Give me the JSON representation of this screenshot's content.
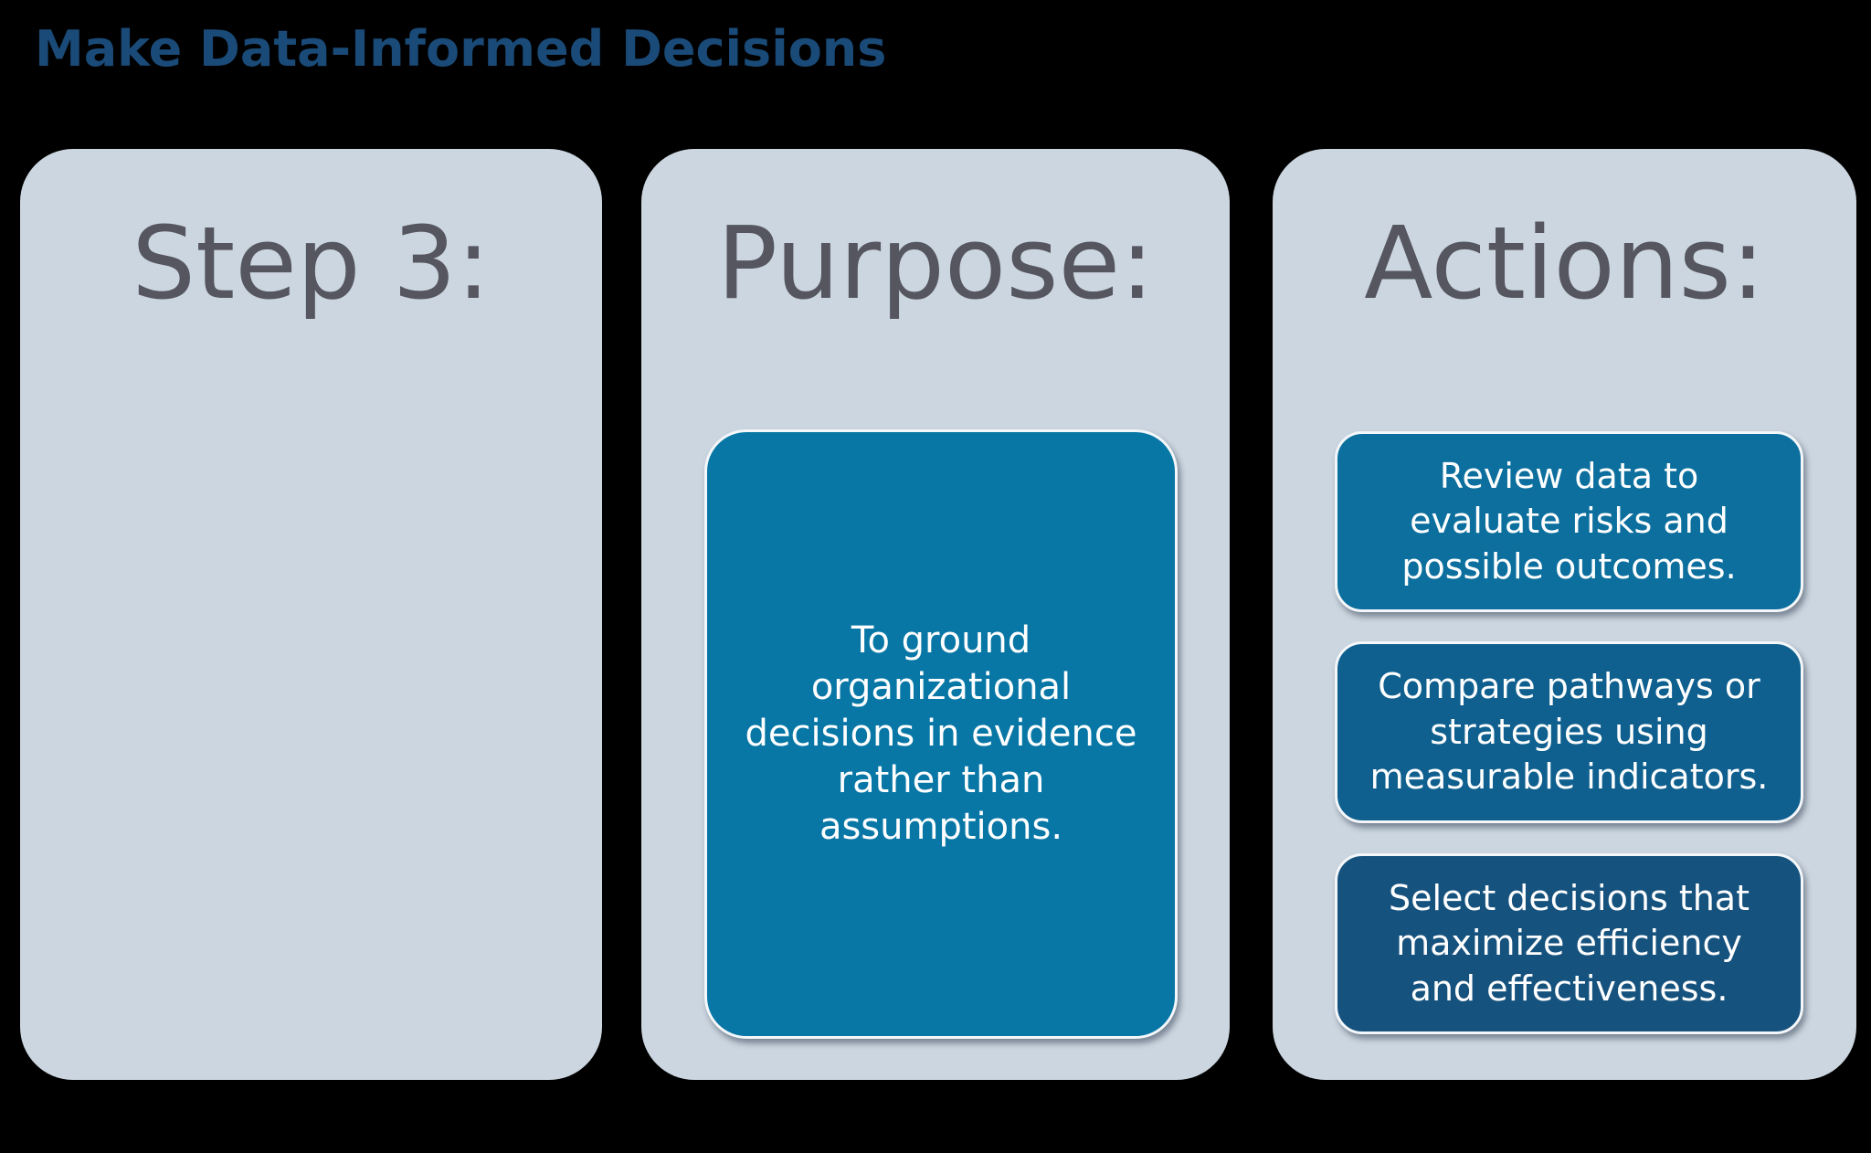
{
  "title": {
    "text": "Make Data-Informed Decisions",
    "color": "#1a4a77"
  },
  "colors": {
    "page_background": "#000000",
    "card_background": "#ccd6e0",
    "heading_text": "#55565f",
    "box_border": "#f4f7fa",
    "box_text": "#ffffff",
    "purpose_box": "#0877a6",
    "action_box_1": "#0c6f9e",
    "action_box_2": "#0f608f",
    "action_box_3": "#16527e"
  },
  "columns": [
    {
      "heading": "Step 3:"
    },
    {
      "heading": "Purpose:",
      "box": {
        "text": "To ground\norganizational\ndecisions in evidence\nrather than\nassumptions."
      }
    },
    {
      "heading": "Actions:",
      "boxes": [
        {
          "text": "Review data to\nevaluate risks and\npossible outcomes."
        },
        {
          "text": "Compare pathways or\nstrategies using\nmeasurable indicators."
        },
        {
          "text": "Select decisions that\nmaximize efficiency\nand effectiveness."
        }
      ]
    }
  ]
}
